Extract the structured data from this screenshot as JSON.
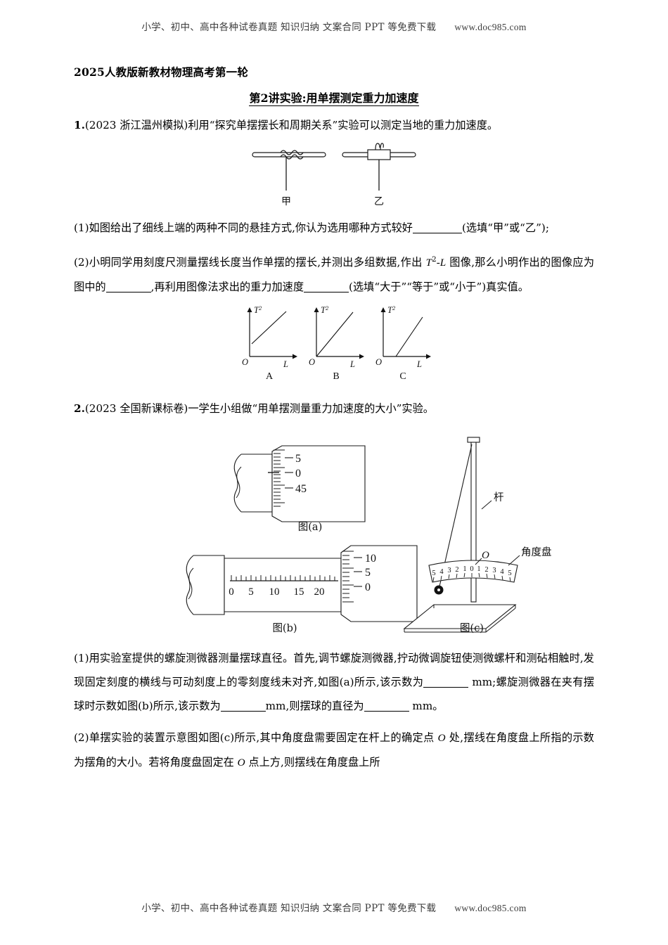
{
  "runhead": {
    "text": "小学、初中、高中各种试卷真题  知识归纳  文案合同  PPT 等免费下载",
    "url": "www.doc985.com"
  },
  "runfoot": {
    "text": "小学、初中、高中各种试卷真题  知识归纳  文案合同  PPT 等免费下载",
    "url": "www.doc985.com"
  },
  "doc_title": "2025人教版新教材物理高考第一轮",
  "lesson_title": "第2讲实验:用单摆测定重力加速度",
  "q1": {
    "number": "1.",
    "stem": "(2023 浙江温州模拟)利用“探究单摆摆长和周期关系”实验可以测定当地的重力加速度。",
    "part1_a": "(1)如图给出了细线上端的两种不同的悬挂方式,你认为选用哪种方式较好",
    "part1_b": "(选填“甲”或“乙”);",
    "part2_a": "(2)小明同学用刻度尺测量摆线长度当作单摆的摆长,并测出多组数据,作出 ",
    "part2_sym": "T",
    "part2_sup": "2",
    "part2_sym2": "-L",
    "part2_b": " 图像,那么小明作出的图像应为图中的",
    "part2_c": ",再利用图像法求出的重力加速度",
    "part2_d": "(选填“大于”“等于”或“小于”)真实值。",
    "fig1": {
      "label_left": "甲",
      "label_right": "乙"
    },
    "graphs": [
      {
        "label": "A",
        "y_axis": "T",
        "y_sup": "2",
        "x_axis": "L",
        "origin": "O",
        "intercept": "positive-y"
      },
      {
        "label": "B",
        "y_axis": "T",
        "y_sup": "2",
        "x_axis": "L",
        "origin": "O",
        "intercept": "through-origin"
      },
      {
        "label": "C",
        "y_axis": "T",
        "y_sup": "2",
        "x_axis": "L",
        "origin": "O",
        "intercept": "positive-x"
      }
    ]
  },
  "q2": {
    "number": "2.",
    "stem": "(2023 全国新课标卷)一学生小组做“用单摆测量重力加速度的大小”实验。",
    "fig_a": {
      "caption": "图(a)",
      "thimble_ticks": [
        "5",
        "0",
        "45"
      ]
    },
    "fig_b": {
      "caption": "图(b)",
      "sleeve_ticks": [
        "0",
        "5",
        "10",
        "15",
        "20"
      ],
      "thimble_ticks": [
        "10",
        "5",
        "0"
      ]
    },
    "fig_c": {
      "caption": "图(c)",
      "rod_label": "杆",
      "point_label": "O",
      "disk_label": "角度盘",
      "disk_scale": [
        "5",
        "4",
        "3",
        "2",
        "1",
        "0",
        "1",
        "2",
        "3",
        "4",
        "5"
      ]
    },
    "part1_a": "(1)用实验室提供的螺旋测微器测量摆球直径。首先,调节螺旋测微器,拧动微调旋钮使测微螺杆和测砧相触时,发现固定刻度的横线与可动刻度上的零刻度线未对齐,如图(a)所示,该示数为",
    "part1_unit1": " mm;螺旋测微器在夹有摆球时示数如图(b)所示,该示数为",
    "part1_unit2": "mm,则摆球的直径为",
    "part1_end": " mm。",
    "part2_a": "(2)单摆实验的装置示意图如图(c)所示,其中角度盘需要固定在杆上的确定点 ",
    "part2_sym": "O",
    "part2_b": " 处,摆线在角度盘上所指的示数为摆角的大小。若将角度盘固定在 ",
    "part2_sym2": "O",
    "part2_c": " 点上方,则摆线在角度盘上所"
  }
}
